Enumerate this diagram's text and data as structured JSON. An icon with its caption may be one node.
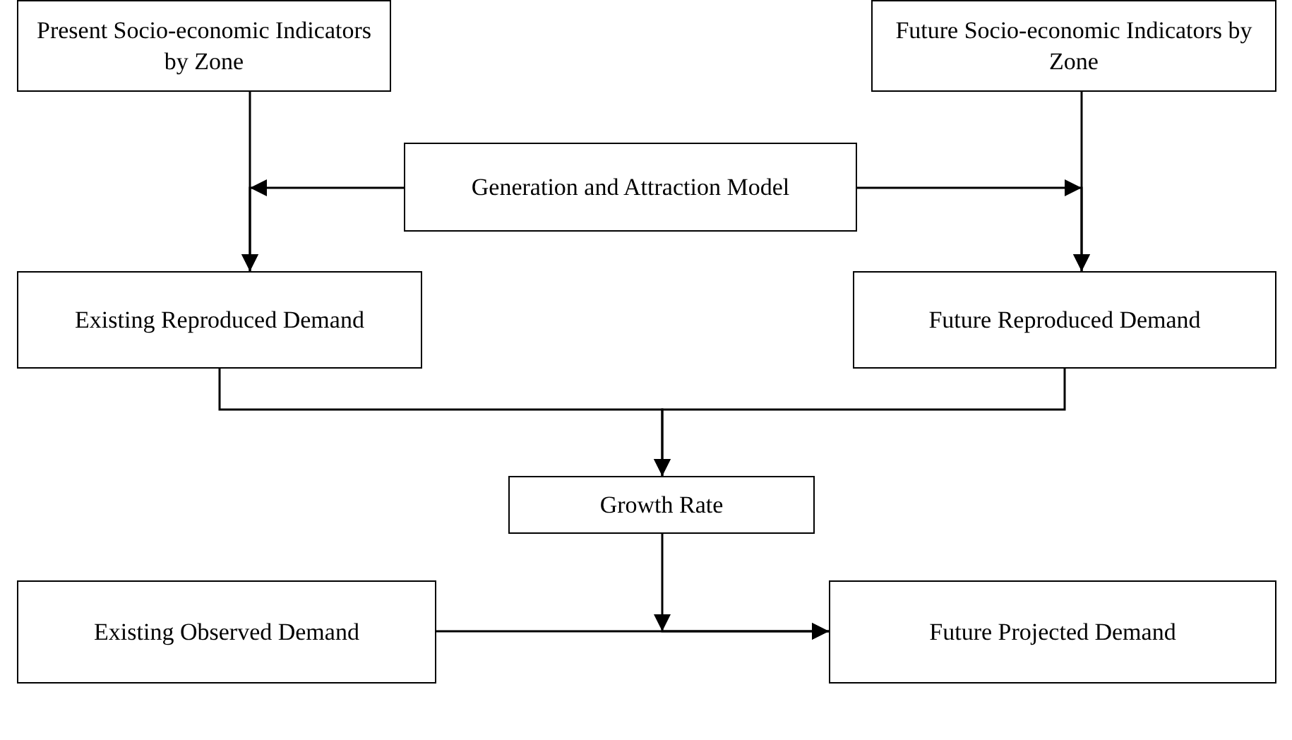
{
  "diagram": {
    "nodes": [
      {
        "text": [
          "Present Socio-economic Indicators by Zone"
        ]
      },
      {
        "text": [
          "Future Socio-economic Indicators by Zone"
        ]
      },
      {
        "text": [
          "Generation and Attraction Model"
        ]
      },
      {
        "text": [
          "Existing Reproduced Demand"
        ]
      },
      {
        "text": [
          "Future Reproduced Demand"
        ]
      },
      {
        "text": [
          "Growth Rate"
        ]
      },
      {
        "text": [
          "Existing Observed Demand"
        ]
      },
      {
        "text": [
          "Future Projected Demand"
        ]
      }
    ],
    "edges": [
      {
        "from": 0,
        "to": 3,
        "arrow": "to"
      },
      {
        "from": 1,
        "to": 4,
        "arrow": "to"
      },
      {
        "from": 2,
        "to": 3,
        "arrow": "to"
      },
      {
        "from": 2,
        "to": 4,
        "arrow": "to"
      },
      {
        "from": 3,
        "to": 5,
        "arrow": "to"
      },
      {
        "from": 4,
        "to": 5,
        "arrow": "to"
      },
      {
        "from": 5,
        "to": 7,
        "arrow": "to"
      },
      {
        "from": 6,
        "to": 7,
        "arrow": "to"
      }
    ]
  }
}
